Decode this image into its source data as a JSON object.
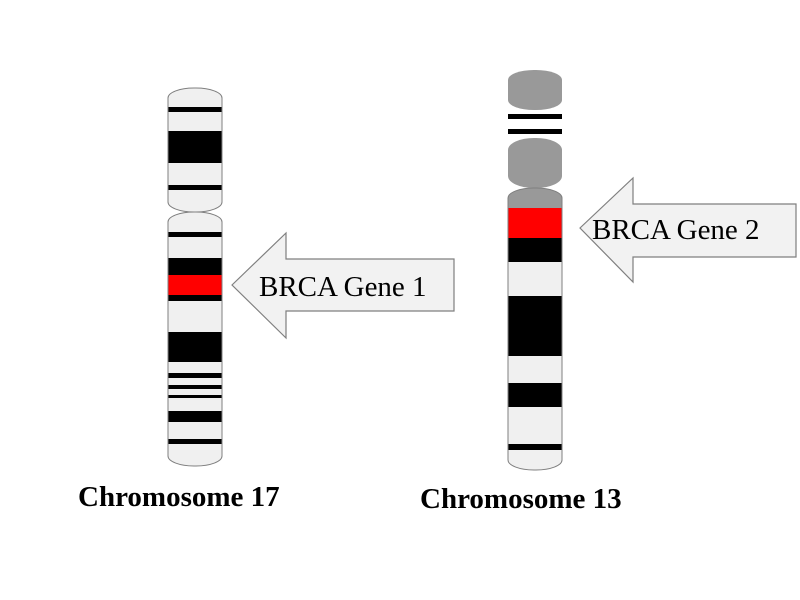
{
  "chromosomes": [
    {
      "name": "Chromosome 17",
      "gene_label": "BRCA Gene 1"
    },
    {
      "name": "Chromosome 13",
      "gene_label": "BRCA Gene 2"
    }
  ],
  "colors": {
    "band_dark": "#000000",
    "band_light": "#f0f0f0",
    "gene_highlight": "#ff0000",
    "satellite_gray": "#999999",
    "arrow_fill": "#f2f2f2",
    "outline": "#7f7f7f"
  }
}
